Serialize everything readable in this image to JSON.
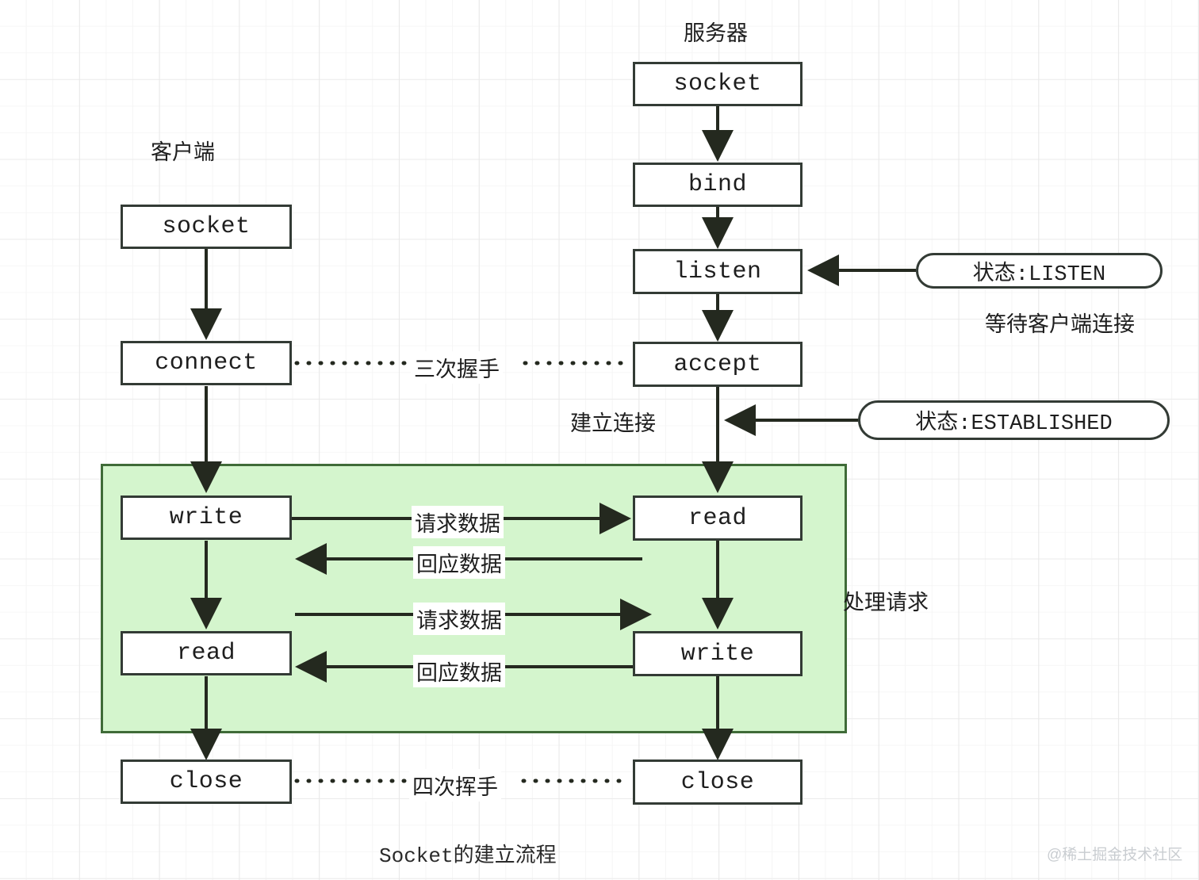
{
  "diagram": {
    "caption": "Socket的建立流程",
    "watermark": "@稀土掘金技术社区",
    "accent_green_fill": "#d4f5cd",
    "accent_green_border": "#3f6b38",
    "box_border": "#333b35"
  },
  "columns": {
    "client_title": "客户端",
    "server_title": "服务器"
  },
  "client_boxes": [
    {
      "label": "socket"
    },
    {
      "label": "connect"
    },
    {
      "label": "write"
    },
    {
      "label": "read"
    },
    {
      "label": "close"
    }
  ],
  "server_boxes": [
    {
      "label": "socket"
    },
    {
      "label": "bind"
    },
    {
      "label": "listen"
    },
    {
      "label": "accept"
    },
    {
      "label": "read"
    },
    {
      "label": "write"
    },
    {
      "label": "close"
    }
  ],
  "state_pills": [
    {
      "label": "状态:LISTEN"
    },
    {
      "label": "状态:ESTABLISHED"
    }
  ],
  "annotations": {
    "wait_for_client": "等待客户端连接",
    "three_way_handshake": "三次握手",
    "establish_connection": "建立连接",
    "handle_request": "处理请求",
    "four_way_teardown": "四次挥手"
  },
  "data_flow_labels": [
    {
      "label": "请求数据"
    },
    {
      "label": "回应数据"
    },
    {
      "label": "请求数据"
    },
    {
      "label": "回应数据"
    }
  ]
}
